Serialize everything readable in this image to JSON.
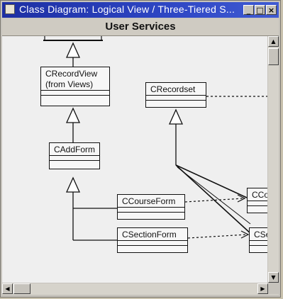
{
  "window": {
    "title": "Class Diagram: Logical View / Three-Tiered S...",
    "minimize_glyph": "_",
    "maximize_glyph": "□",
    "close_glyph": "×"
  },
  "header": {
    "title": "User Services"
  },
  "classes": {
    "crecordview": {
      "name_line1": "CRecordView",
      "name_line2": "(from Views)"
    },
    "crecordset": {
      "name": "CRecordset"
    },
    "caddform": {
      "name": "CAddForm"
    },
    "ccourseform": {
      "name": "CCourseForm"
    },
    "csectionform": {
      "name": "CSectionForm"
    },
    "cco_partial": {
      "name": "CCo"
    },
    "cse_partial": {
      "name": "CSe"
    }
  },
  "scrollbars": {
    "up_glyph": "▲",
    "down_glyph": "▼",
    "left_glyph": "◀",
    "right_glyph": "▶"
  },
  "colors": {
    "titlebar": "#1d2fa3",
    "canvas": "#efefef"
  }
}
